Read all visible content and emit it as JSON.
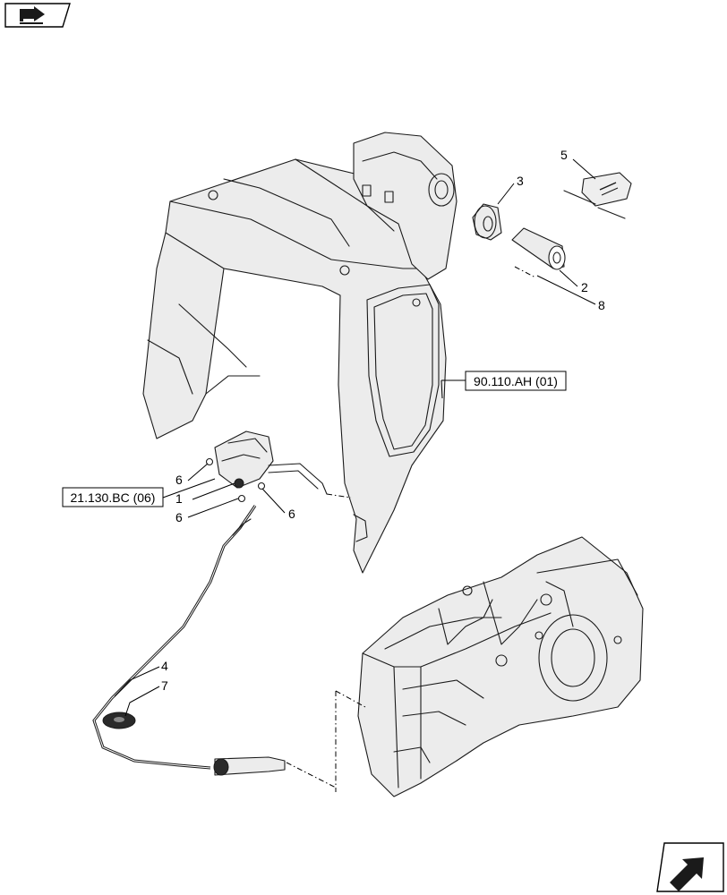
{
  "corner_icons": {
    "top_left": "previous-page-icon",
    "bottom_right": "next-page-icon"
  },
  "references": {
    "ref_console": "90.110.AH (01)",
    "ref_lever": "21.130.BC (06)"
  },
  "callouts": {
    "c1": "1",
    "c2": "2",
    "c3": "3",
    "c4": "4",
    "c5": "5",
    "c6a": "6",
    "c6b": "6",
    "c6c": "6",
    "c7": "7",
    "c8": "8"
  }
}
